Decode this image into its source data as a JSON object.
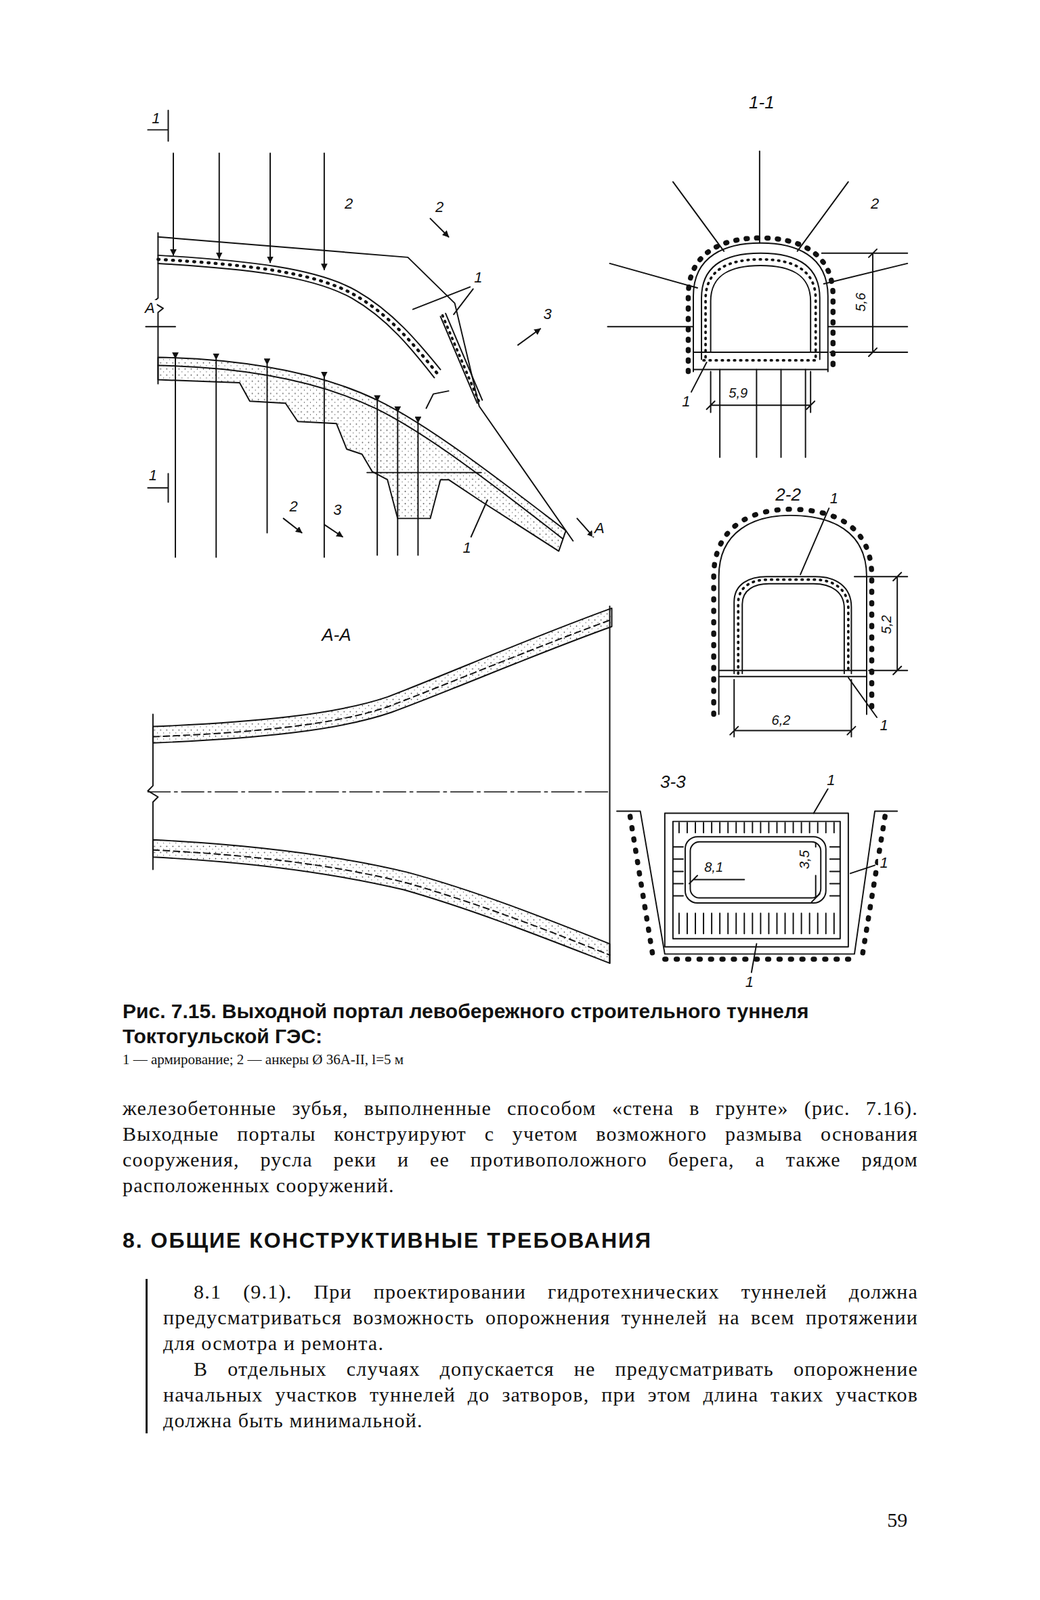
{
  "diagram": {
    "title": "8. ОБЩИЕ КОНСТРУКТИВНЫЕ ТРЕБОВАНИЯ",
    "caption": "Рис. 7.15. Выходной портал левобережного строительного туннеля Токтогульской ГЭС:",
    "labels": [
      "1",
      "2",
      "2",
      "1",
      "3",
      "А",
      "1",
      "2",
      "3",
      "1",
      "А",
      "1-1",
      "2",
      "5,6",
      "1",
      "5,9",
      "2-2",
      "1",
      "5,2",
      "6,2",
      "1",
      "А-А",
      "3-3",
      "1",
      "8,1",
      "3,5",
      "1",
      "1",
      "1 — армирование; 2 — анкеры Ø 36А-II, l=5 м",
      "железобетонные зубья, выполненные способом «стена в грунте» (рис. 7.16). Выходные порталы конструируют с учетом возможного размыва основания сооружения, русла реки и ее противоположного берега, а также рядом расположенных сооружений.",
      "8.1 (9.1). При проектировании гидротехнических туннелей должна предусматриваться возможность опорожнения туннелей на всем протяжении для осмотра и ремонта.",
      "В отдельных случаях допускается не предусматривать опорожнение начальных участков туннелей до затворов, при этом длина таких участков должна быть минимальной.",
      "59"
    ]
  }
}
